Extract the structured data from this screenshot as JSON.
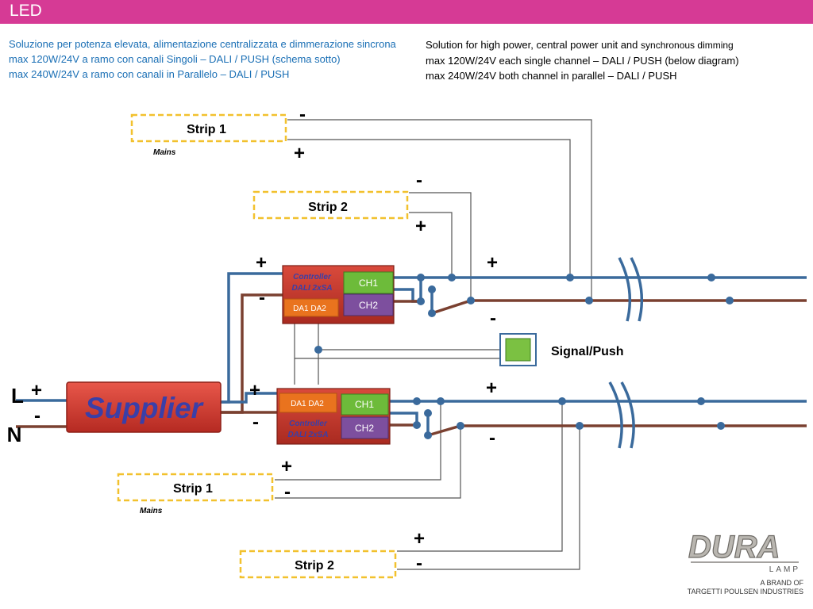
{
  "header": {
    "title": "LED",
    "accent_color": "#d63a95"
  },
  "italian_text": {
    "line1": "Soluzione per potenza elevata, alimentazione centralizzata e dimmerazione sincrona",
    "line2": "max 120W/24V a ramo con canali Singoli – DALI / PUSH (schema sotto)",
    "line3": "max 240W/24V a ramo con canali in Parallelo – DALI / PUSH"
  },
  "english_text": {
    "line1_a": "Solution for high power, central power unit and ",
    "line1_b": "synchronous dimming",
    "line2": "max 120W/24V each single channel – DALI / PUSH (below diagram)",
    "line3": "max 240W/24V both channel in parallel – DALI / PUSH"
  },
  "diagram": {
    "supplier": {
      "label": "Supplier",
      "plus": "+",
      "minus": "-"
    },
    "mains": {
      "l": "L",
      "n": "N"
    },
    "controller_top": {
      "label_line1": "Controller",
      "label_line2": "DALI 2xSA",
      "da": "DA1  DA2",
      "ch1": "CH1",
      "ch2": "CH2",
      "plus": "+",
      "minus": "-"
    },
    "controller_bottom": {
      "label_line1": "Controller",
      "label_line2": "DALI 2xSA",
      "da": "DA1  DA2",
      "ch1": "CH1",
      "ch2": "CH2",
      "plus": "+",
      "minus": "-"
    },
    "strips": [
      {
        "label": "Strip 1",
        "note": "Mains",
        "plus": "+",
        "minus": "-"
      },
      {
        "label": "Strip 2",
        "plus": "+",
        "minus": "-"
      },
      {
        "label": "Strip 1",
        "note": "Mains",
        "plus": "+",
        "minus": "-"
      },
      {
        "label": "Strip 2",
        "plus": "+",
        "minus": "-"
      }
    ],
    "output_top": {
      "plus": "+",
      "minus": "-"
    },
    "output_bottom": {
      "plus": "+",
      "minus": "-"
    },
    "signal_push": {
      "label": "Signal/Push"
    },
    "colors": {
      "blue_wire": "#3a6a9c",
      "brown_wire": "#7a4030",
      "strip_border": "#f2c12e",
      "controller_red": "#c0392b",
      "ch_green": "#6dbb3a",
      "ch_purple": "#7d4f9e",
      "da_orange": "#e9731e",
      "push_green": "#7bc142"
    }
  },
  "logo": {
    "brand": "DURA",
    "sub": "LAMP",
    "tagline1": "A BRAND OF",
    "tagline2": "TARGETTI POULSEN INDUSTRIES"
  }
}
